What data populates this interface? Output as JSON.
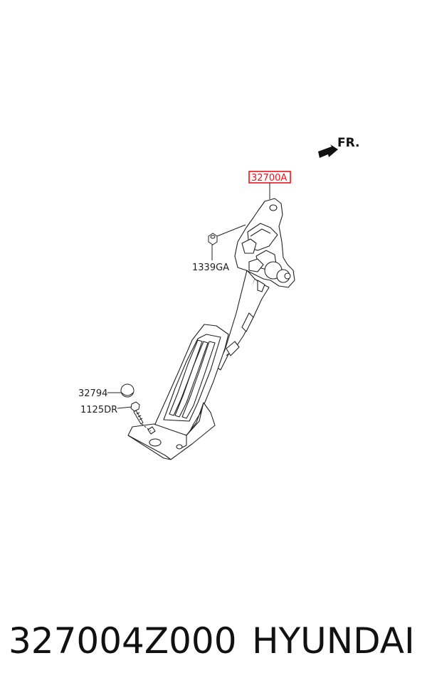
{
  "direction": {
    "label": "FR."
  },
  "parts": {
    "main_assembly": "32700A",
    "nut": "1339GA",
    "cap": "32794",
    "bolt": "1125DR"
  },
  "footer": {
    "part_number": "327004Z000",
    "brand": "HYUNDAI"
  },
  "colors": {
    "highlight": "#e8141c",
    "line": "#222222"
  }
}
